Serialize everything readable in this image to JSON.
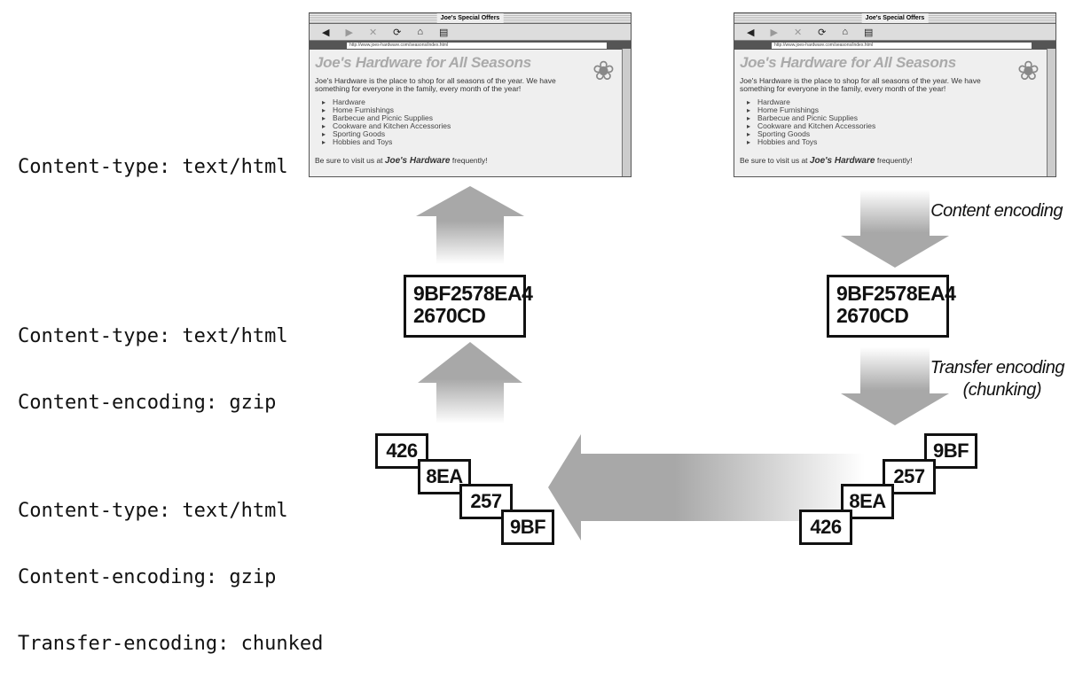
{
  "headers": {
    "top": [
      "Content-type: text/html"
    ],
    "middle": [
      "Content-type: text/html",
      "Content-encoding: gzip"
    ],
    "bottom": [
      "Content-type: text/html",
      "Content-encoding: gzip",
      "Transfer-encoding: chunked"
    ]
  },
  "encoded_body": {
    "line1": "9BF2578EA4",
    "line2": "2670CD"
  },
  "chunks_left": [
    "426",
    "8EA",
    "257",
    "9BF"
  ],
  "chunks_right": [
    "9BF",
    "257",
    "8EA",
    "426"
  ],
  "captions": {
    "content_encoding": "Content encoding",
    "transfer_encoding_1": "Transfer encoding",
    "transfer_encoding_2": "(chunking)"
  },
  "browser": {
    "window_title": "Joe's Special Offers",
    "url": "http://www.joes-hardware.com/seasons/index.html",
    "site_title": "Joe's Hardware for All Seasons",
    "intro": "Joe's Hardware is the place to shop for all seasons of the year. We have something for everyone in the family, every month of the year!",
    "items": [
      "Hardware",
      "Home Furnishings",
      "Barbecue and Picnic Supplies",
      "Cookware and Kitchen Accessories",
      "Sporting Goods",
      "Hobbies and Toys"
    ],
    "footer_prefix": "Be sure to visit us at",
    "footer_brand": "Joe's Hardware",
    "footer_suffix": "frequently!"
  },
  "colors": {
    "arrow": "#a8a8a8",
    "border": "#111111"
  }
}
